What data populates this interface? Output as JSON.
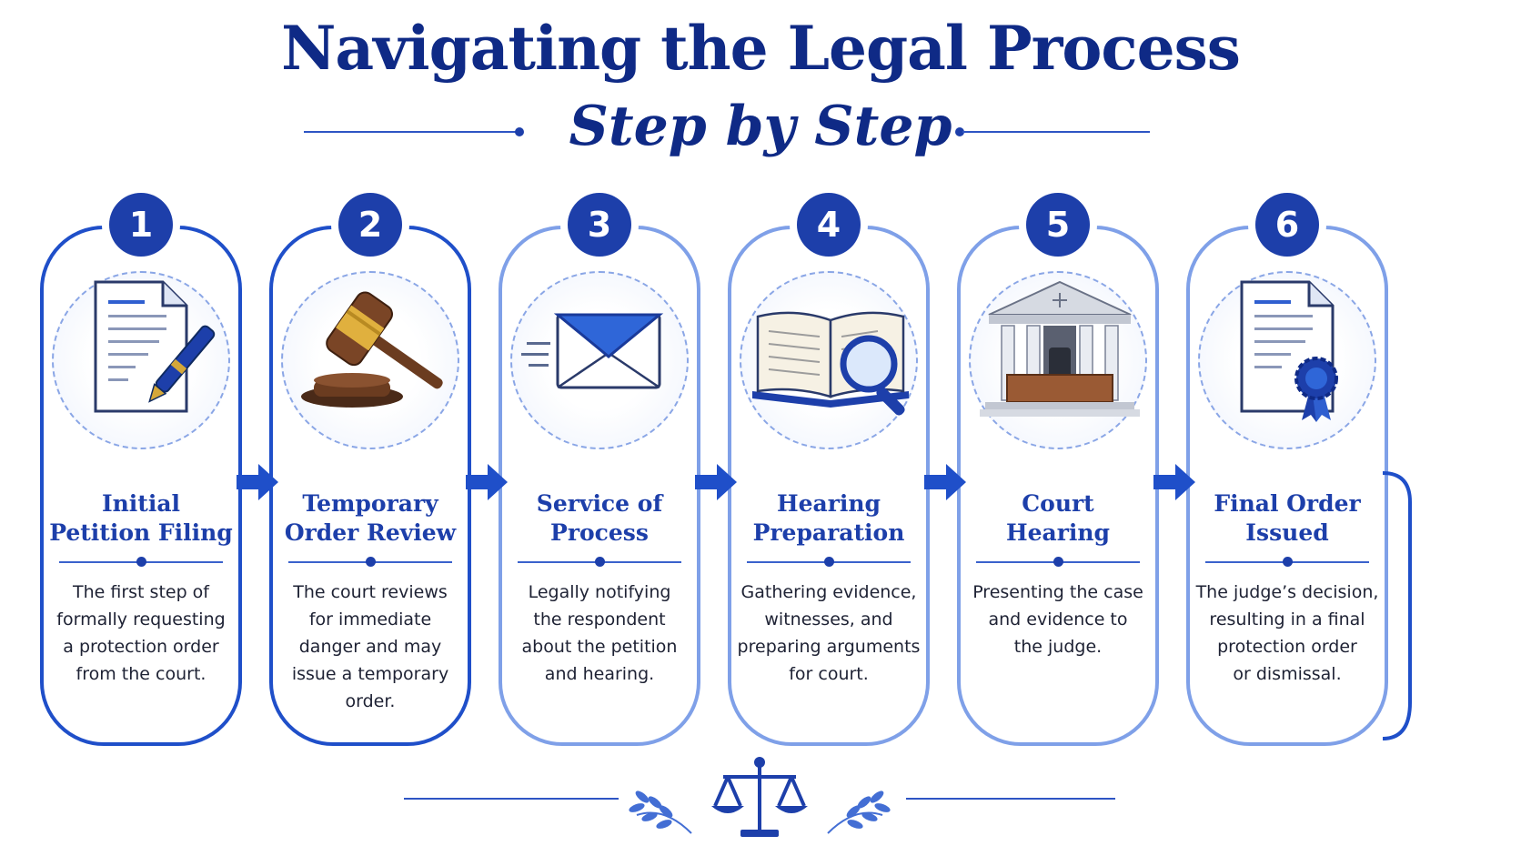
{
  "title": "Navigating the Legal Process",
  "subtitle": "Step by Step",
  "colors": {
    "primary": "#1d3faa",
    "title": "#0f2a86",
    "border": "#1f4fc9",
    "text": "#1e2234"
  },
  "steps": [
    {
      "number": "1",
      "title_line1": "Initial",
      "title_line2": "Petition Filing",
      "desc_lines": [
        "The first step of",
        "formally requesting",
        "a protection order",
        "from the court."
      ],
      "icon": "document-pen-icon"
    },
    {
      "number": "2",
      "title_line1": "Temporary",
      "title_line2": "Order Review",
      "desc_lines": [
        "The court reviews",
        "for immediate",
        "danger and may",
        "issue a temporary",
        "order."
      ],
      "icon": "gavel-icon"
    },
    {
      "number": "3",
      "title_line1": "Service of",
      "title_line2": "Process",
      "desc_lines": [
        "Legally notifying",
        "the respondent",
        "about the petition",
        "and hearing."
      ],
      "icon": "envelope-icon"
    },
    {
      "number": "4",
      "title_line1": "Hearing",
      "title_line2": "Preparation",
      "desc_lines": [
        "Gathering evidence,",
        "witnesses, and",
        "preparing arguments",
        "for court."
      ],
      "icon": "book-magnifier-icon"
    },
    {
      "number": "5",
      "title_line1": "Court",
      "title_line2": "Hearing",
      "desc_lines": [
        "Presenting the case",
        "and evidence to",
        "the judge."
      ],
      "icon": "courthouse-icon"
    },
    {
      "number": "6",
      "title_line1": "Final Order",
      "title_line2": "Issued",
      "desc_lines": [
        "The judge’s decision,",
        "resulting in a final",
        "protection order",
        "or dismissal."
      ],
      "icon": "certificate-ribbon-icon"
    }
  ]
}
